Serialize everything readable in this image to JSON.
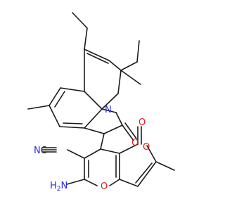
{
  "colors": {
    "bond": "#1a1a1a",
    "nitrogen": "#2a2adb",
    "oxygen": "#e01d1d",
    "carbon_text": "#1a1a1a",
    "background": "#ffffff"
  },
  "labels": {
    "n_ring": "N",
    "o_carbonyl_indolone": "O",
    "o_carbonyl_pyranone": "O",
    "o_ring_pyranone": "O",
    "o_ring_pyran": "O",
    "nitrile_n": "N",
    "nitrile_c": "C",
    "amino_h": "H",
    "amino_sub": "2",
    "amino_n": "N"
  }
}
